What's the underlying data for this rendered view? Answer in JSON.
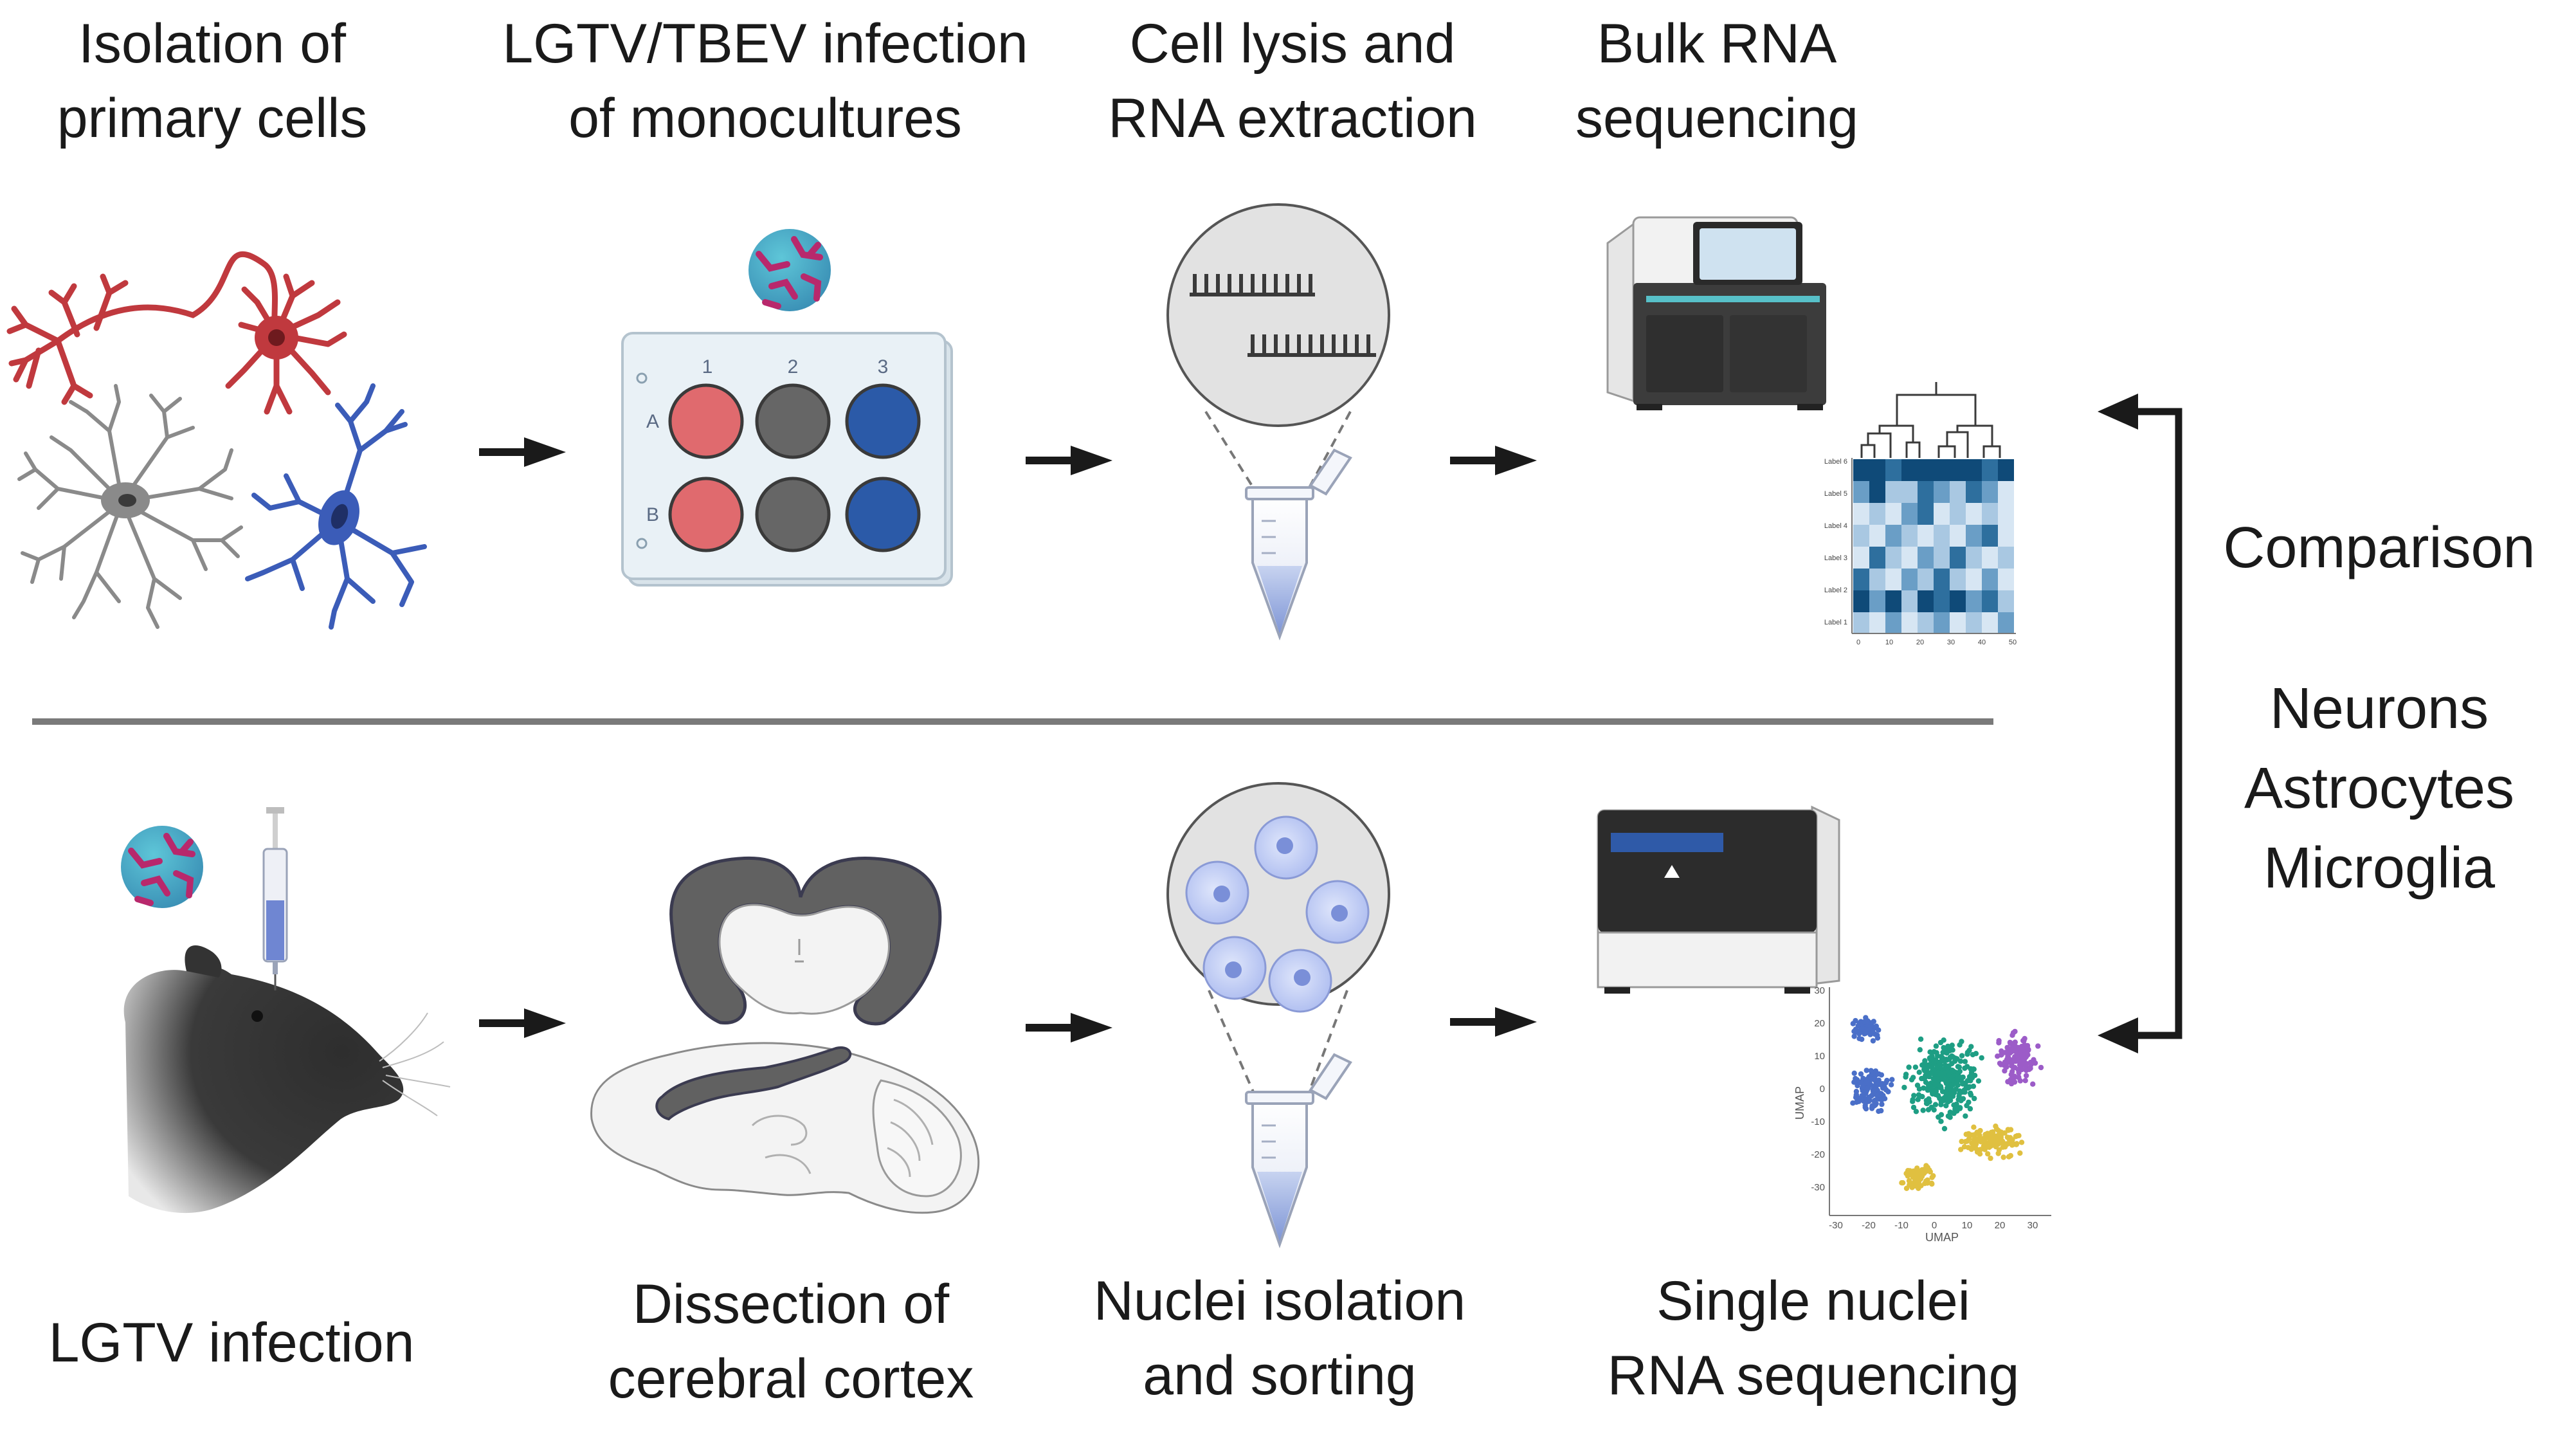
{
  "steps_top": [
    {
      "line1": "Isolation of",
      "line2": "primary cells"
    },
    {
      "line1": "LGTV/TBEV infection",
      "line2": "of monocultures"
    },
    {
      "line1": "Cell lysis and",
      "line2": "RNA extraction"
    },
    {
      "line1": "Bulk RNA",
      "line2": "sequencing"
    }
  ],
  "steps_bottom": [
    {
      "line1": "LGTV infection",
      "line2": ""
    },
    {
      "line1": "Dissection of",
      "line2": "cerebral cortex"
    },
    {
      "line1": "Nuclei isolation",
      "line2": "and sorting"
    },
    {
      "line1": "Single nuclei",
      "line2": "RNA sequencing"
    }
  ],
  "comparison": {
    "title": "Comparison",
    "cell_types": [
      "Neurons",
      "Astrocytes",
      "Microglia"
    ]
  },
  "plate": {
    "columns": [
      "1",
      "2",
      "3"
    ],
    "rows": [
      "A",
      "B"
    ],
    "well_colors": [
      "#e06a6e",
      "#666666",
      "#2b5aa8"
    ]
  },
  "heatmap": {
    "row_labels": [
      "Label 6",
      "Label 5",
      "Label 4",
      "Label 3",
      "Label 2",
      "Label 1"
    ],
    "x_ticks": [
      "0",
      "10",
      "20",
      "30",
      "40",
      "50"
    ]
  },
  "umap": {
    "xlabel": "UMAP",
    "ylabel": "UMAP",
    "x_ticks": [
      "-30",
      "-20",
      "-10",
      "0",
      "10",
      "20",
      "30"
    ],
    "y_ticks": [
      "30",
      "20",
      "10",
      "0",
      "-10",
      "-20",
      "-30"
    ],
    "cluster_colors": [
      "#4a6fc8",
      "#1e9e84",
      "#9c5cc8",
      "#e0c040"
    ]
  },
  "colors": {
    "neuron": "#c0393e",
    "astrocyte": "#8a8a8a",
    "microglia": "#3b5cb8",
    "arrow": "#1a1a1a",
    "divider": "#7a7a7a"
  }
}
